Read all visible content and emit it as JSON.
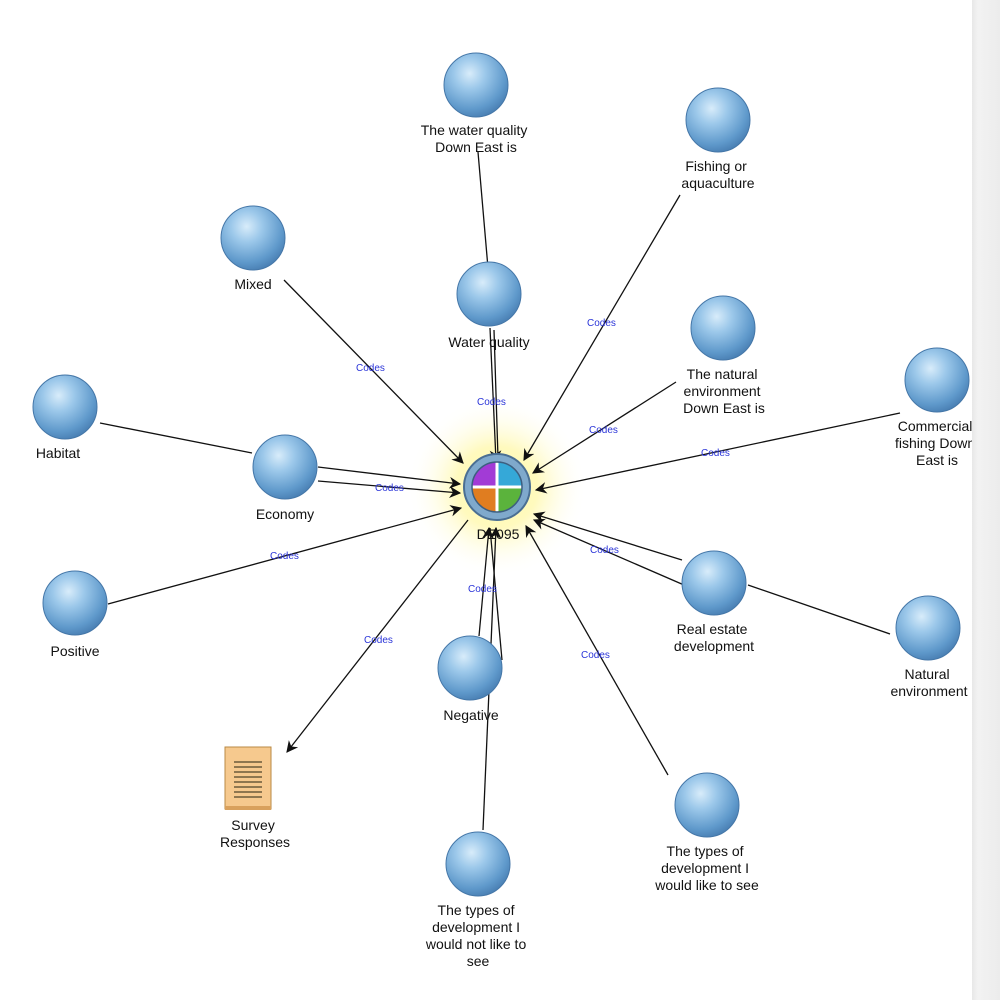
{
  "center": {
    "label": "DE095",
    "icon": "case-quadrant-icon",
    "quadrant_colors": [
      "#a23bd6",
      "#35a8d8",
      "#e07d20",
      "#5bb33c"
    ]
  },
  "nodes": [
    {
      "id": "water_quality_de",
      "label_lines": [
        "The water quality",
        "Down East is"
      ]
    },
    {
      "id": "fishing",
      "label_lines": [
        "Fishing or",
        "aquaculture"
      ]
    },
    {
      "id": "mixed",
      "label_lines": [
        "Mixed"
      ]
    },
    {
      "id": "water_quality",
      "label_lines": [
        "Water quality"
      ]
    },
    {
      "id": "natural_env_de",
      "label_lines": [
        "The natural",
        "environment",
        "Down East is"
      ]
    },
    {
      "id": "commercial",
      "label_lines": [
        "Commercial",
        "fishing Down",
        "East is"
      ]
    },
    {
      "id": "habitat",
      "label_lines": [
        "Habitat"
      ]
    },
    {
      "id": "economy",
      "label_lines": [
        "Economy"
      ]
    },
    {
      "id": "positive",
      "label_lines": [
        "Positive"
      ]
    },
    {
      "id": "real_estate",
      "label_lines": [
        "Real estate",
        "development"
      ]
    },
    {
      "id": "natural_env",
      "label_lines": [
        "Natural",
        "environment"
      ]
    },
    {
      "id": "negative",
      "label_lines": [
        "Negative"
      ]
    },
    {
      "id": "types_like",
      "label_lines": [
        "The types of",
        "development I",
        "would like to see"
      ]
    },
    {
      "id": "types_not_like",
      "label_lines": [
        "The types of",
        "development I",
        "would not like to",
        "see"
      ]
    }
  ],
  "document_node": {
    "label_lines": [
      "Survey",
      "Responses"
    ],
    "icon": "document-icon"
  },
  "edge_label": "Codes",
  "colors": {
    "node_fill": "#7fb2de",
    "edge_label": "#2a34d8",
    "glow": "#fff7a0"
  }
}
